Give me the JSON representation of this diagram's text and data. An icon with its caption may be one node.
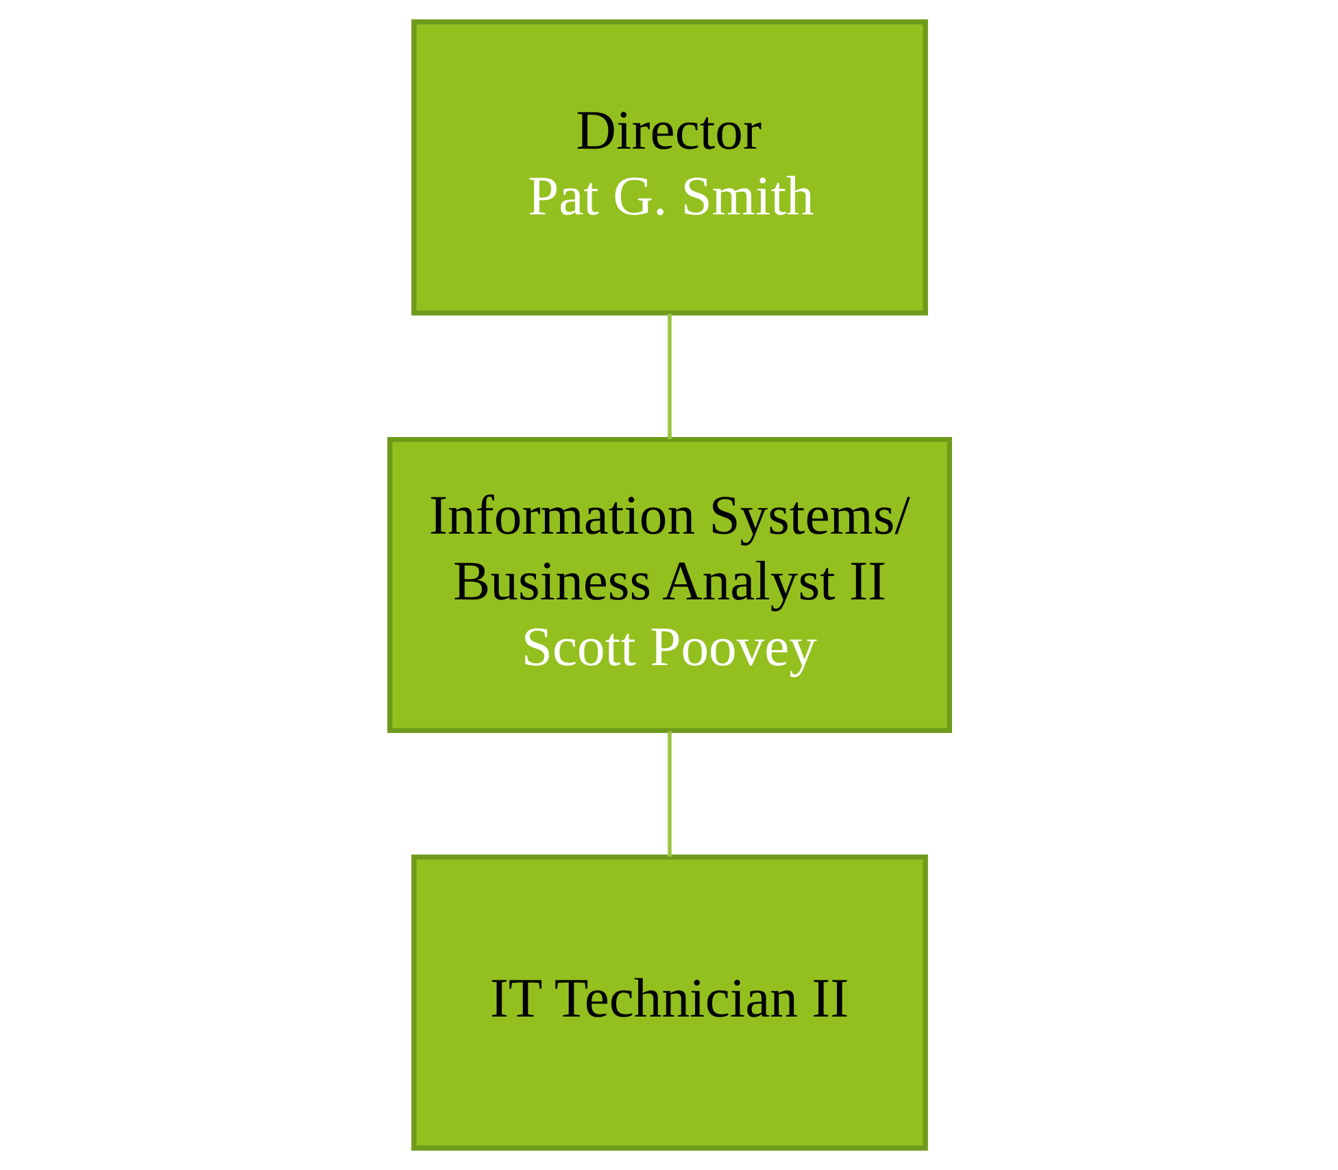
{
  "diagram": {
    "nodes": [
      {
        "text": [
          "Director",
          "Pat G. Smith"
        ]
      },
      {
        "text": [
          "Information Systems/ Business Analyst II",
          "Scott Poovey"
        ]
      },
      {
        "text": [
          "IT Technician II"
        ]
      }
    ],
    "edges": [
      {
        "from": 0,
        "to": 1,
        "arrow": "none"
      },
      {
        "from": 1,
        "to": 2,
        "arrow": "none"
      }
    ]
  }
}
